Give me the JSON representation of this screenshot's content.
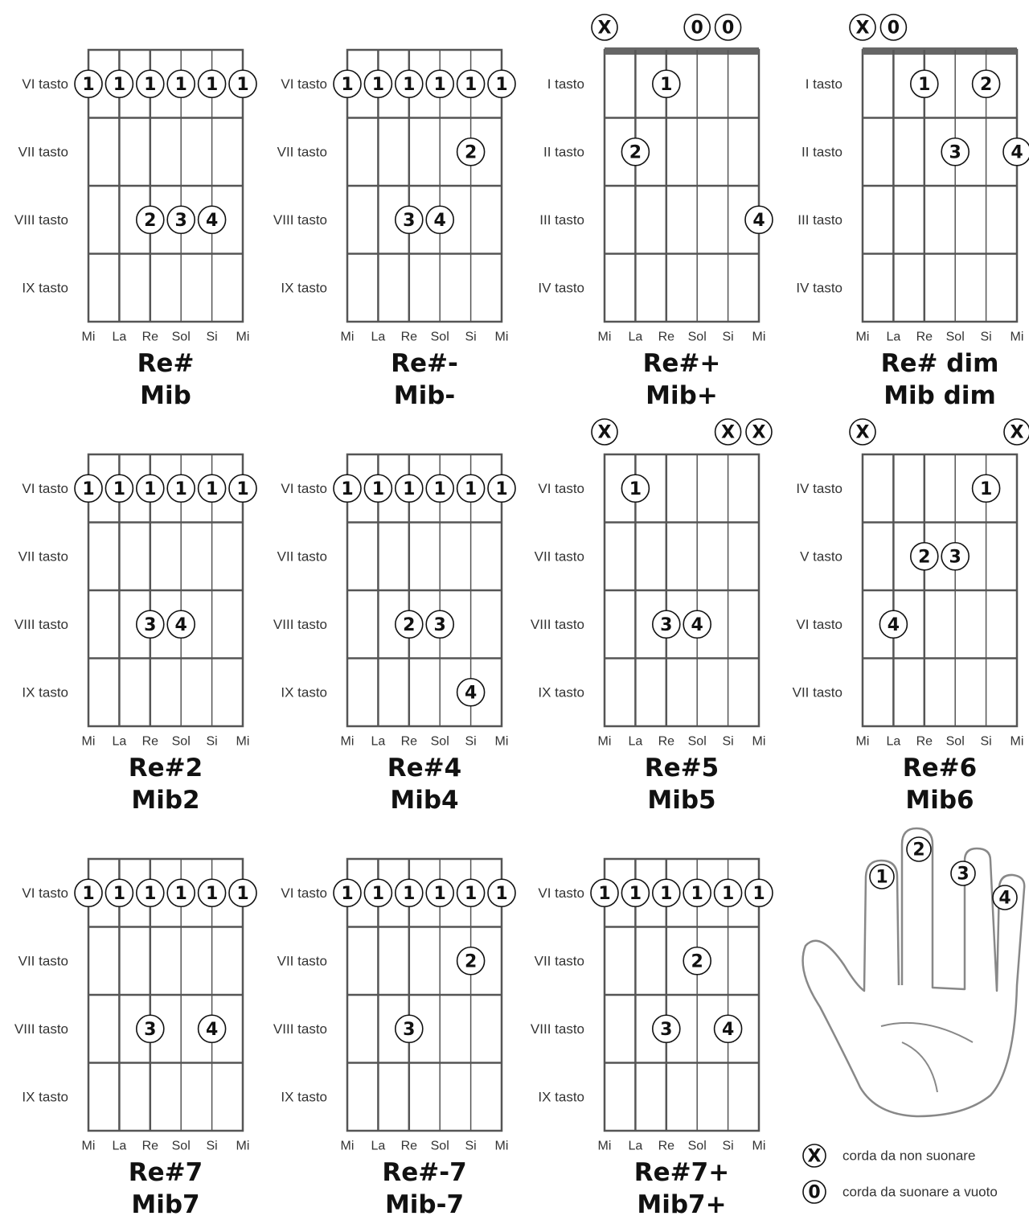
{
  "string_names": [
    "Mi",
    "La",
    "Re",
    "Sol",
    "Si",
    "Mi"
  ],
  "chords": [
    {
      "names": [
        "Re#",
        "Mib"
      ],
      "frets": [
        "VI tasto",
        "VII tasto",
        "VIII tasto",
        "IX tasto"
      ],
      "nut": false,
      "markers": [],
      "fingers": [
        {
          "f": "1",
          "s": 1,
          "r": 1
        },
        {
          "f": "1",
          "s": 2,
          "r": 1
        },
        {
          "f": "1",
          "s": 3,
          "r": 1
        },
        {
          "f": "1",
          "s": 4,
          "r": 1
        },
        {
          "f": "1",
          "s": 5,
          "r": 1
        },
        {
          "f": "1",
          "s": 6,
          "r": 1
        },
        {
          "f": "2",
          "s": 3,
          "r": 3
        },
        {
          "f": "3",
          "s": 4,
          "r": 3
        },
        {
          "f": "4",
          "s": 5,
          "r": 3
        }
      ]
    },
    {
      "names": [
        "Re#-",
        "Mib-"
      ],
      "frets": [
        "VI tasto",
        "VII tasto",
        "VIII tasto",
        "IX tasto"
      ],
      "nut": false,
      "markers": [],
      "fingers": [
        {
          "f": "1",
          "s": 1,
          "r": 1
        },
        {
          "f": "1",
          "s": 2,
          "r": 1
        },
        {
          "f": "1",
          "s": 3,
          "r": 1
        },
        {
          "f": "1",
          "s": 4,
          "r": 1
        },
        {
          "f": "1",
          "s": 5,
          "r": 1
        },
        {
          "f": "1",
          "s": 6,
          "r": 1
        },
        {
          "f": "2",
          "s": 5,
          "r": 2
        },
        {
          "f": "3",
          "s": 3,
          "r": 3
        },
        {
          "f": "4",
          "s": 4,
          "r": 3
        }
      ]
    },
    {
      "names": [
        "Re#+",
        "Mib+"
      ],
      "frets": [
        "I tasto",
        "II tasto",
        "III tasto",
        "IV tasto"
      ],
      "nut": true,
      "markers": [
        {
          "m": "X",
          "s": 1
        },
        {
          "m": "0",
          "s": 4
        },
        {
          "m": "0",
          "s": 5
        }
      ],
      "fingers": [
        {
          "f": "1",
          "s": 3,
          "r": 1
        },
        {
          "f": "2",
          "s": 2,
          "r": 2
        },
        {
          "f": "4",
          "s": 6,
          "r": 3
        }
      ]
    },
    {
      "names": [
        "Re# dim",
        "Mib dim"
      ],
      "frets": [
        "I tasto",
        "II tasto",
        "III tasto",
        "IV tasto"
      ],
      "nut": true,
      "markers": [
        {
          "m": "X",
          "s": 1
        },
        {
          "m": "0",
          "s": 2
        }
      ],
      "fingers": [
        {
          "f": "1",
          "s": 3,
          "r": 1
        },
        {
          "f": "2",
          "s": 5,
          "r": 1
        },
        {
          "f": "3",
          "s": 4,
          "r": 2
        },
        {
          "f": "4",
          "s": 6,
          "r": 2
        }
      ]
    },
    {
      "names": [
        "Re#2",
        "Mib2"
      ],
      "frets": [
        "VI tasto",
        "VII tasto",
        "VIII tasto",
        "IX tasto"
      ],
      "nut": false,
      "markers": [],
      "fingers": [
        {
          "f": "1",
          "s": 1,
          "r": 1
        },
        {
          "f": "1",
          "s": 2,
          "r": 1
        },
        {
          "f": "1",
          "s": 3,
          "r": 1
        },
        {
          "f": "1",
          "s": 4,
          "r": 1
        },
        {
          "f": "1",
          "s": 5,
          "r": 1
        },
        {
          "f": "1",
          "s": 6,
          "r": 1
        },
        {
          "f": "3",
          "s": 3,
          "r": 3
        },
        {
          "f": "4",
          "s": 4,
          "r": 3
        }
      ]
    },
    {
      "names": [
        "Re#4",
        "Mib4"
      ],
      "frets": [
        "VI tasto",
        "VII tasto",
        "VIII tasto",
        "IX tasto"
      ],
      "nut": false,
      "markers": [],
      "fingers": [
        {
          "f": "1",
          "s": 1,
          "r": 1
        },
        {
          "f": "1",
          "s": 2,
          "r": 1
        },
        {
          "f": "1",
          "s": 3,
          "r": 1
        },
        {
          "f": "1",
          "s": 4,
          "r": 1
        },
        {
          "f": "1",
          "s": 5,
          "r": 1
        },
        {
          "f": "1",
          "s": 6,
          "r": 1
        },
        {
          "f": "2",
          "s": 3,
          "r": 3
        },
        {
          "f": "3",
          "s": 4,
          "r": 3
        },
        {
          "f": "4",
          "s": 5,
          "r": 4
        }
      ]
    },
    {
      "names": [
        "Re#5",
        "Mib5"
      ],
      "frets": [
        "VI tasto",
        "VII tasto",
        "VIII tasto",
        "IX tasto"
      ],
      "nut": false,
      "markers": [
        {
          "m": "X",
          "s": 1
        },
        {
          "m": "X",
          "s": 5
        },
        {
          "m": "X",
          "s": 6
        }
      ],
      "fingers": [
        {
          "f": "1",
          "s": 2,
          "r": 1
        },
        {
          "f": "3",
          "s": 3,
          "r": 3
        },
        {
          "f": "4",
          "s": 4,
          "r": 3
        }
      ]
    },
    {
      "names": [
        "Re#6",
        "Mib6"
      ],
      "frets": [
        "IV tasto",
        "V tasto",
        "VI tasto",
        "VII tasto"
      ],
      "nut": false,
      "markers": [
        {
          "m": "X",
          "s": 1
        },
        {
          "m": "X",
          "s": 6
        }
      ],
      "fingers": [
        {
          "f": "1",
          "s": 5,
          "r": 1
        },
        {
          "f": "2",
          "s": 3,
          "r": 2
        },
        {
          "f": "3",
          "s": 4,
          "r": 2
        },
        {
          "f": "4",
          "s": 2,
          "r": 3
        }
      ]
    },
    {
      "names": [
        "Re#7",
        "Mib7"
      ],
      "frets": [
        "VI tasto",
        "VII tasto",
        "VIII tasto",
        "IX tasto"
      ],
      "nut": false,
      "markers": [],
      "fingers": [
        {
          "f": "1",
          "s": 1,
          "r": 1
        },
        {
          "f": "1",
          "s": 2,
          "r": 1
        },
        {
          "f": "1",
          "s": 3,
          "r": 1
        },
        {
          "f": "1",
          "s": 4,
          "r": 1
        },
        {
          "f": "1",
          "s": 5,
          "r": 1
        },
        {
          "f": "1",
          "s": 6,
          "r": 1
        },
        {
          "f": "3",
          "s": 3,
          "r": 3
        },
        {
          "f": "4",
          "s": 5,
          "r": 3
        }
      ]
    },
    {
      "names": [
        "Re#-7",
        "Mib-7"
      ],
      "frets": [
        "VI tasto",
        "VII tasto",
        "VIII tasto",
        "IX tasto"
      ],
      "nut": false,
      "markers": [],
      "fingers": [
        {
          "f": "1",
          "s": 1,
          "r": 1
        },
        {
          "f": "1",
          "s": 2,
          "r": 1
        },
        {
          "f": "1",
          "s": 3,
          "r": 1
        },
        {
          "f": "1",
          "s": 4,
          "r": 1
        },
        {
          "f": "1",
          "s": 5,
          "r": 1
        },
        {
          "f": "1",
          "s": 6,
          "r": 1
        },
        {
          "f": "2",
          "s": 5,
          "r": 2
        },
        {
          "f": "3",
          "s": 3,
          "r": 3
        }
      ]
    },
    {
      "names": [
        "Re#7+",
        "Mib7+"
      ],
      "frets": [
        "VI tasto",
        "VII tasto",
        "VIII tasto",
        "IX tasto"
      ],
      "nut": false,
      "markers": [],
      "fingers": [
        {
          "f": "1",
          "s": 1,
          "r": 1
        },
        {
          "f": "1",
          "s": 2,
          "r": 1
        },
        {
          "f": "1",
          "s": 3,
          "r": 1
        },
        {
          "f": "1",
          "s": 4,
          "r": 1
        },
        {
          "f": "1",
          "s": 5,
          "r": 1
        },
        {
          "f": "1",
          "s": 6,
          "r": 1
        },
        {
          "f": "2",
          "s": 4,
          "r": 2
        },
        {
          "f": "3",
          "s": 3,
          "r": 3
        },
        {
          "f": "4",
          "s": 5,
          "r": 3
        }
      ]
    }
  ],
  "hand": {
    "fingers": [
      "1",
      "2",
      "3",
      "4"
    ]
  },
  "legend": [
    {
      "symbol": "X",
      "text": "corda da non suonare"
    },
    {
      "symbol": "0",
      "text": "corda da suonare a vuoto"
    }
  ],
  "colors": {
    "ink": "#111111",
    "grid": "#555555",
    "nut": "#666666",
    "hand_outline": "#888888"
  }
}
